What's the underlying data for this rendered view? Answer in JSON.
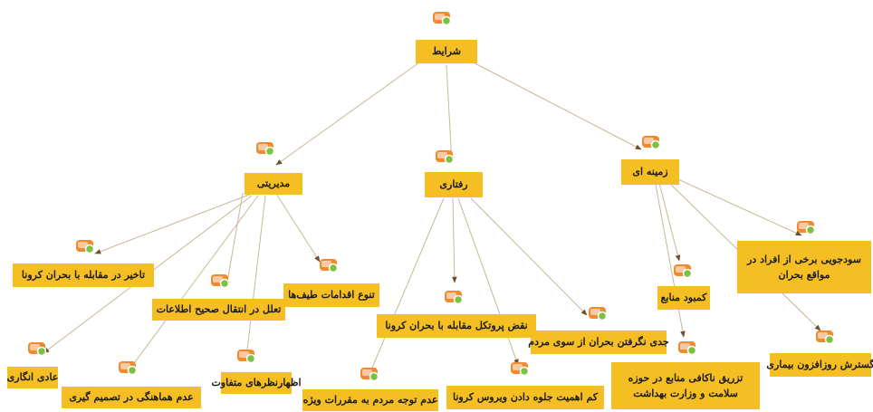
{
  "root": {
    "label": "شرایط"
  },
  "categories": [
    {
      "label": "مدیریتی"
    },
    {
      "label": "رفتاری"
    },
    {
      "label": "زمینه ای"
    }
  ],
  "management_items": [
    {
      "label": "تاخیر در مقابله با بحران کرونا"
    },
    {
      "label": "تعلل در انتقال صحیح اطلاعات"
    },
    {
      "label": "تنوع اقدامات طیف‌ها"
    },
    {
      "label": "عادی انگاری"
    },
    {
      "label": "عدم هماهنگی در تصمیم گیری"
    },
    {
      "label": "اظهارنظرهای متفاوت"
    }
  ],
  "behavioral_items": [
    {
      "label": "نقض پروتکل مقابله با بحران کرونا"
    },
    {
      "label": "جدی نگرفتن بحران از سوی مردم"
    },
    {
      "label": "عدم توجه مردم به مقررات ویژه"
    },
    {
      "label": "کم اهمیت جلوه دادن ویروس کرونا"
    }
  ],
  "context_items": [
    {
      "label": "سودجویی برخی از افراد در مواقع بحران"
    },
    {
      "label": "کمبود منابع"
    },
    {
      "label": "تزریق ناکافی منابع در حوزه سلامت و وزارت بهداشت"
    },
    {
      "label": "گسترش روزافزون بیماری"
    }
  ],
  "colors": {
    "label_bg": "#f5be22",
    "icon_body": "#f08a2c",
    "icon_dot": "#7cc242",
    "edge": "#c7b896",
    "arrow": "#6b5130"
  }
}
